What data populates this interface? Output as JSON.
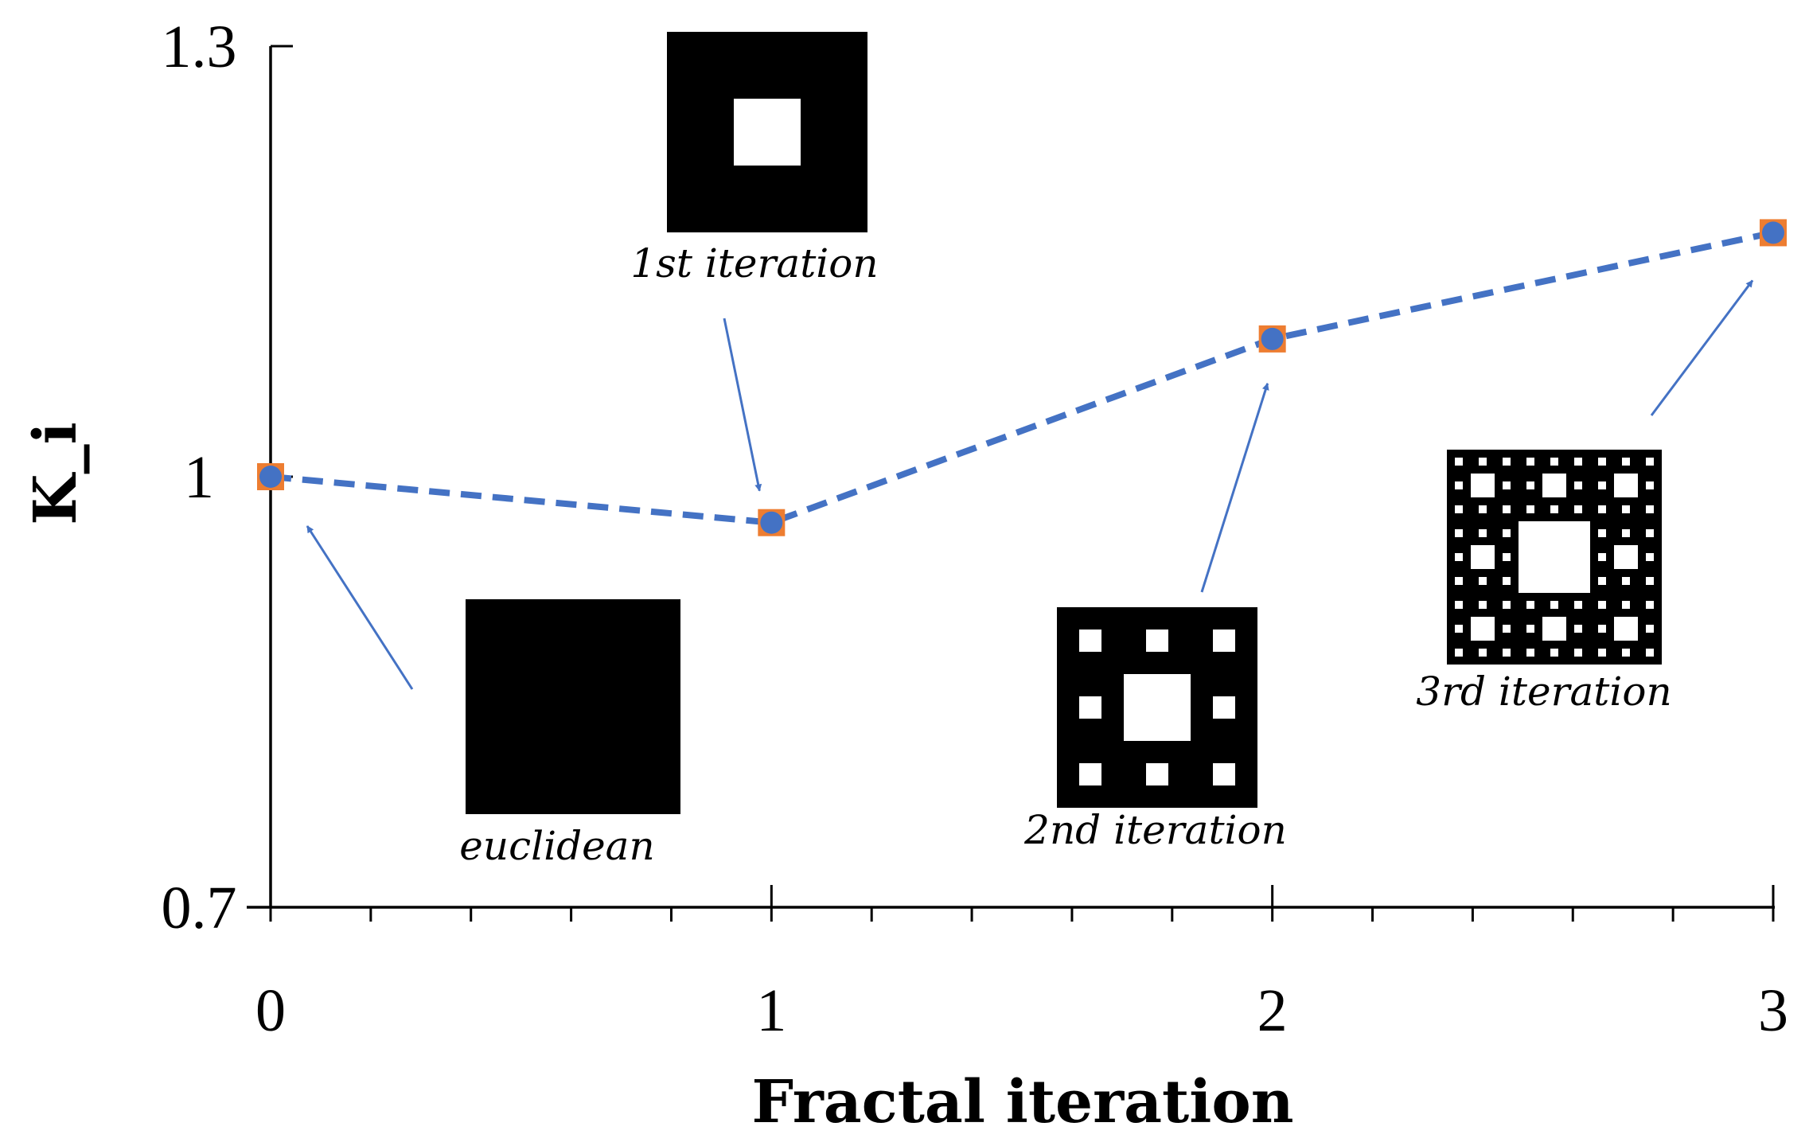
{
  "chart_data": {
    "type": "line",
    "title": "",
    "xlabel": "Fractal iteration",
    "ylabel": "K_i",
    "xlim": [
      0,
      3
    ],
    "ylim": [
      0.7,
      1.3
    ],
    "x_ticks": [
      "0",
      "1",
      "2",
      "3"
    ],
    "y_ticks": [
      "0.7",
      "1",
      "1.3"
    ],
    "x_minor_ticks_per_major": 5,
    "grid": false,
    "legend": "none",
    "series": [
      {
        "x": [
          0,
          1,
          2,
          3
        ],
        "values": [
          1.0,
          0.968,
          1.096,
          1.17
        ],
        "line_style": "dashed",
        "line_color": "#4472C4",
        "marker_color": "#4472C4",
        "marker_outline": "square",
        "marker_outline_color": "#ED7D31"
      }
    ],
    "annotations": [
      {
        "text": "euclidean",
        "points_to_x": 0,
        "image": "solid-square"
      },
      {
        "text": "1st iteration",
        "points_to_x": 1,
        "image": "sierpinski-carpet-1"
      },
      {
        "text": "2nd iteration",
        "points_to_x": 2,
        "image": "sierpinski-carpet-2"
      },
      {
        "text": "3rd iteration",
        "points_to_x": 3,
        "image": "sierpinski-carpet-3"
      }
    ],
    "arrow_color": "#4472C4"
  }
}
